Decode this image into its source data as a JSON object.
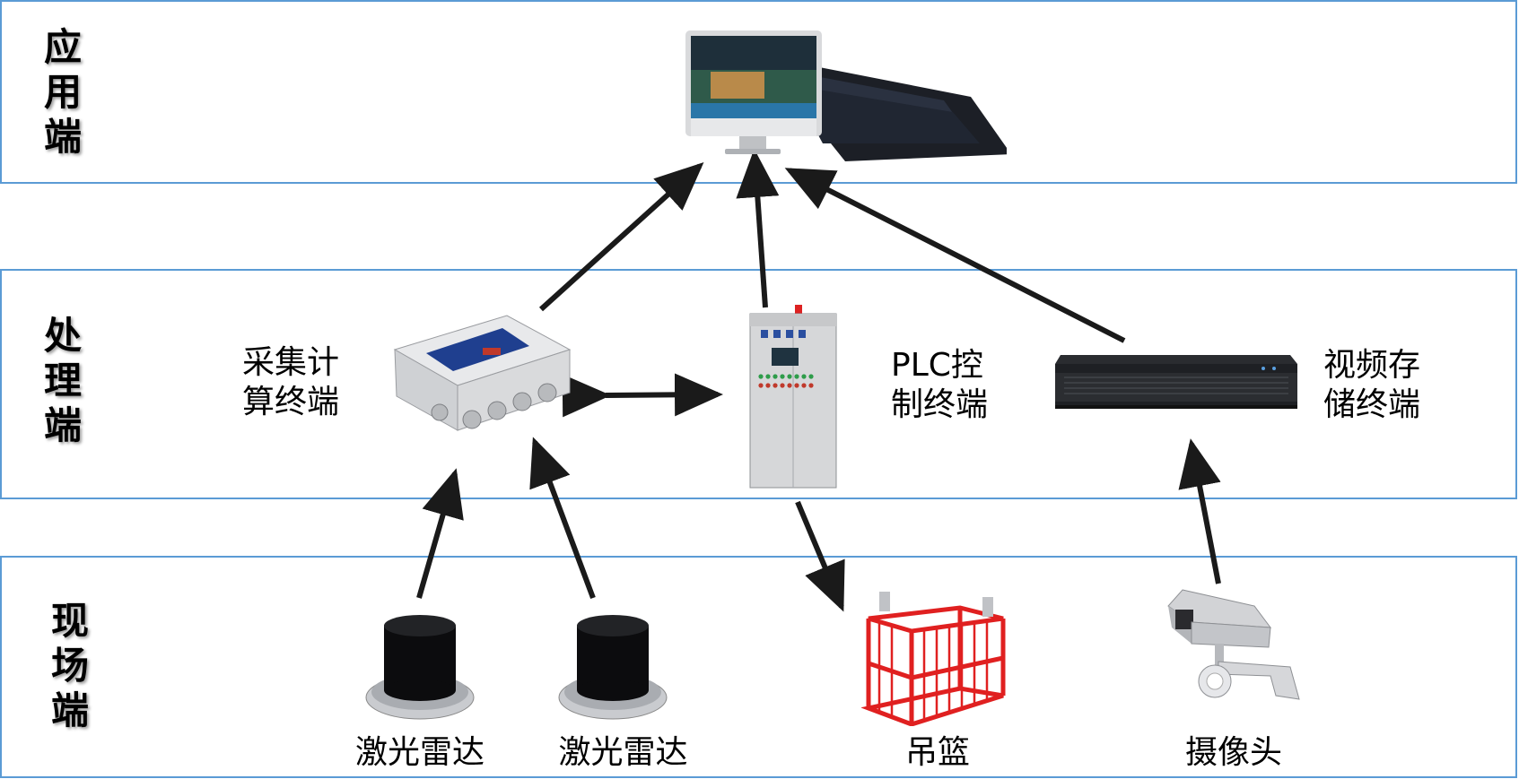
{
  "layers": {
    "app": {
      "title": "应\n用\n端"
    },
    "processing": {
      "title": "处\n理\n端"
    },
    "field": {
      "title": "现\n场\n端"
    }
  },
  "devices": {
    "monitor": {
      "icon": "desktop-monitor-icon"
    },
    "collector": {
      "label": "采集计\n算终端",
      "icon": "junction-box-icon"
    },
    "plc": {
      "label": "PLC控\n制终端",
      "icon": "control-cabinet-icon"
    },
    "nvr": {
      "label": "视频存\n储终端",
      "icon": "nvr-recorder-icon"
    },
    "lidar1": {
      "label": "激光雷达",
      "icon": "lidar-sensor-icon"
    },
    "lidar2": {
      "label": "激光雷达",
      "icon": "lidar-sensor-icon"
    },
    "gondola": {
      "label": "吊篮",
      "icon": "gondola-basket-icon"
    },
    "camera": {
      "label": "摄像头",
      "icon": "security-camera-icon"
    }
  },
  "colors": {
    "border": "#5b9bd5",
    "arrow": "#1a1a1a",
    "gondola": "#e02020"
  }
}
